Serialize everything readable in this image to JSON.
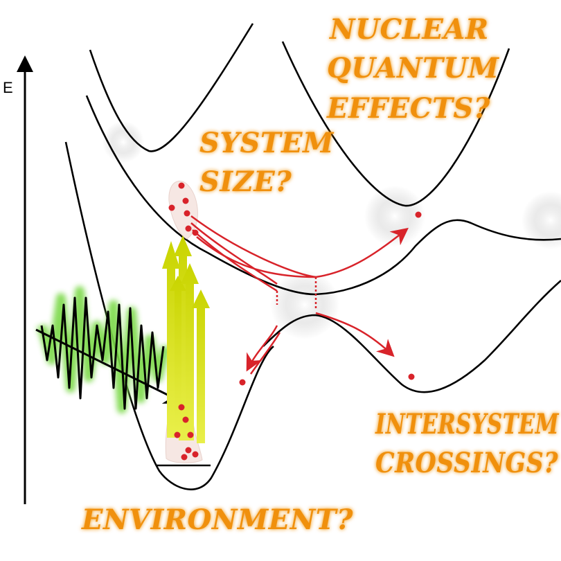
{
  "axis": {
    "energy_label": "E"
  },
  "labels": {
    "nuclear_1": "NUCLEAR",
    "nuclear_2": "QUANTUM",
    "nuclear_3": "EFFECTS?",
    "system_1": "SYSTEM",
    "system_2": "SIZE?",
    "isc_1": "INTERSYSTEM",
    "isc_2": "CROSSINGS?",
    "environment": "ENVIRONMENT?"
  },
  "colors": {
    "label_orange": "#f0900e",
    "arrow_red": "#d8232a",
    "excitation_yellow": "#c9d400",
    "curve_black": "#000000",
    "pulse_glow": "#7bd94a"
  }
}
